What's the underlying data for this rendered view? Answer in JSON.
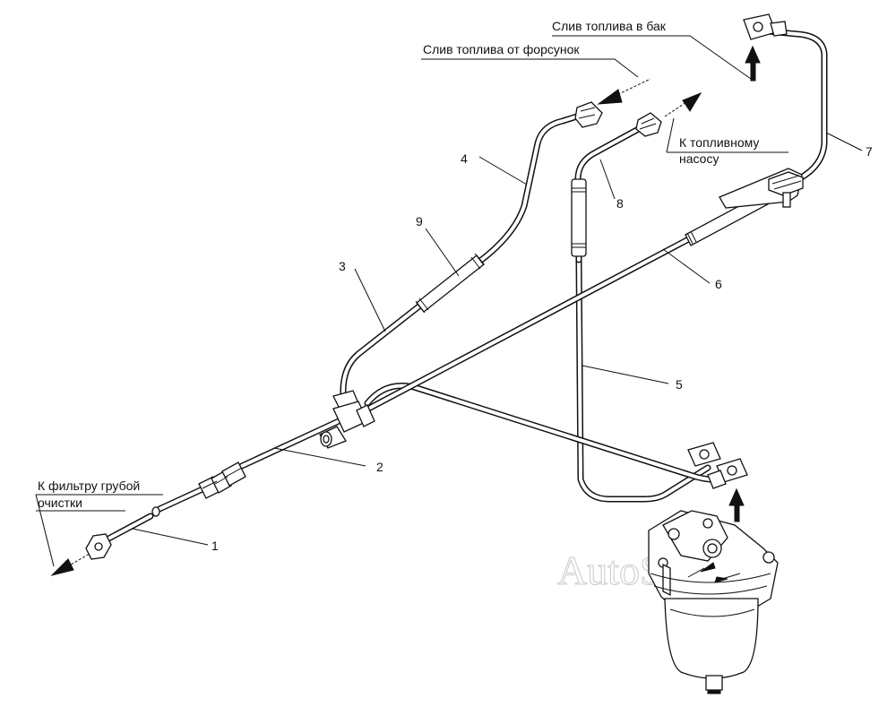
{
  "labels": {
    "drain_to_tank": "Слив топлива в бак",
    "drain_from_injectors": "Слив топлива от форсунок",
    "to_fuel_pump_1": "К топливному",
    "to_fuel_pump_2": "насосу",
    "to_coarse_filter_1": "К фильтру грубой",
    "to_coarse_filter_2": "очистки"
  },
  "part_numbers": {
    "p1": "1",
    "p2": "2",
    "p3": "3",
    "p4": "4",
    "p5": "5",
    "p6": "6",
    "p7": "7",
    "p8": "8",
    "p9": "9"
  },
  "watermark": "AutoSoft"
}
